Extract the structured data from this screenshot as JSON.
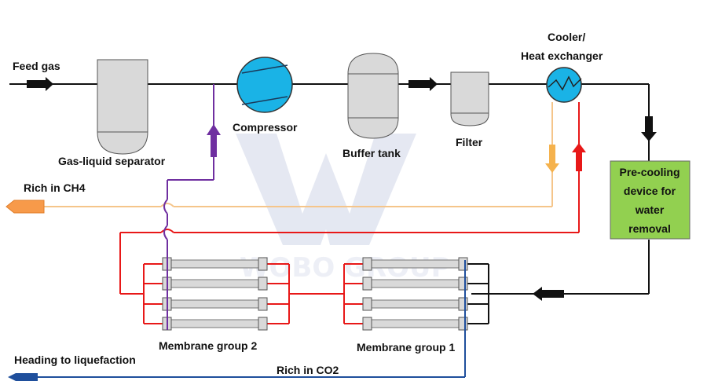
{
  "labels": {
    "feed_gas": "Feed gas",
    "gas_liquid_separator": "Gas-liquid separator",
    "compressor": "Compressor",
    "buffer_tank": "Buffer tank",
    "filter": "Filter",
    "cooler_line1": "Cooler/",
    "cooler_line2": "Heat exchanger",
    "precooling_line1": "Pre-cooling",
    "precooling_line2": "device for",
    "precooling_line3": "water",
    "precooling_line4": "removal",
    "rich_ch4": "Rich in CH4",
    "membrane_group_2": "Membrane group 2",
    "membrane_group_1": "Membrane group 1",
    "heading_liquefaction": "Heading to liquefaction",
    "rich_co2": "Rich in CO2",
    "watermark_text": "WOBO GROUP"
  },
  "colors": {
    "main_line": "#111111",
    "recycle_purple": "#6f2fa0",
    "ch4_line": "#f5c58a",
    "ch4_arrow": "#f79a4a",
    "hot_red": "#e81818",
    "co2_blue": "#1f4f9c",
    "vessel_gray": "#d9d9d9",
    "compressor_blue": "#1ab3e6",
    "precooler_green": "#92d050",
    "arrow_yellow": "#f5b24d"
  },
  "icons": {
    "compressor": "compressor-icon",
    "heat_exchanger": "heat-exchanger-icon",
    "watermark": "watermark-w-logo"
  }
}
